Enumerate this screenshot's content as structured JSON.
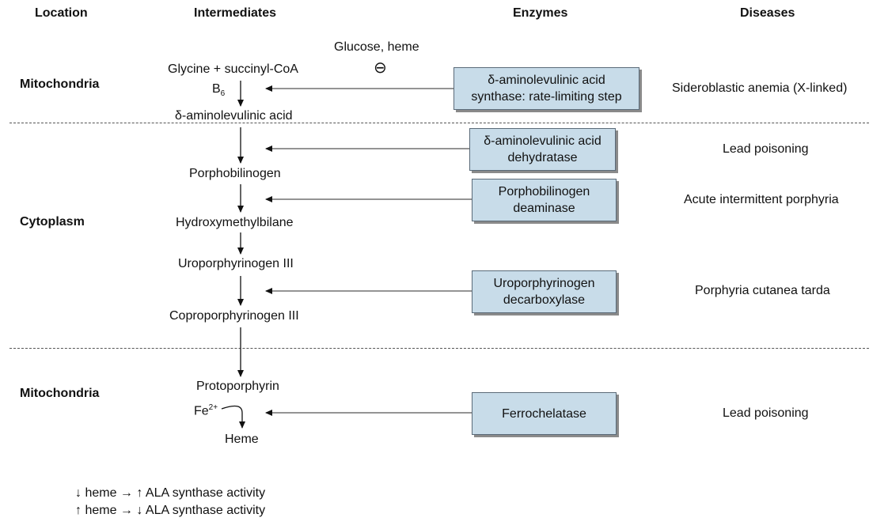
{
  "headers": {
    "location": "Location",
    "intermediates": "Intermediates",
    "enzymes": "Enzymes",
    "diseases": "Diseases"
  },
  "locations": {
    "mito1": "Mitochondria",
    "cyto": "Cytoplasm",
    "mito2": "Mitochondria"
  },
  "inhibitors": {
    "label": "Glucose, heme",
    "symbol": "⊖"
  },
  "cofactors": {
    "b6_main": "B",
    "b6_sub": "6",
    "fe_main": "Fe",
    "fe_sup": "2+"
  },
  "intermediates": {
    "glycine": "Glycine + succinyl-CoA",
    "ala": "δ-aminolevulinic acid",
    "pbg": "Porphobilinogen",
    "hmb": "Hydroxymethylbilane",
    "uro": "Uroporphyrinogen III",
    "copro": "Coproporphyrinogen III",
    "proto": "Protoporphyrin",
    "heme": "Heme"
  },
  "enzymes": {
    "alas": [
      "δ-aminolevulinic acid",
      "synthase: rate-limiting step"
    ],
    "alad": [
      "δ-aminolevulinic acid",
      "dehydratase"
    ],
    "pbgd": [
      "Porphobilinogen",
      "deaminase"
    ],
    "urod": [
      "Uroporphyrinogen",
      "decarboxylase"
    ],
    "fech": [
      "Ferrochelatase"
    ]
  },
  "diseases": {
    "alas": "Sideroblastic anemia (X-linked)",
    "alad": "Lead poisoning",
    "pbgd": "Acute intermittent porphyria",
    "urod": "Porphyria cutanea tarda",
    "fech": "Lead poisoning"
  },
  "notes": {
    "line1": "↓ heme → ↑ ALA synthase activity",
    "line2": "↑ heme → ↓ ALA synthase activity"
  }
}
